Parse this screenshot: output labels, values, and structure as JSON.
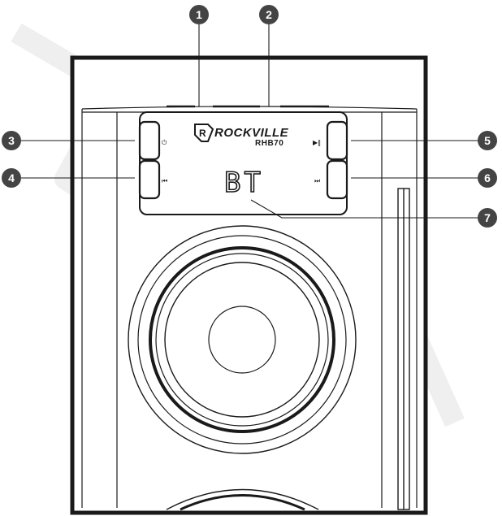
{
  "device": {
    "brand": "ROCKVILLE",
    "model": "RHB70",
    "display_text": "BT"
  },
  "callouts": [
    "1",
    "2",
    "3",
    "4",
    "5",
    "6",
    "7"
  ],
  "buttons": {
    "power": {
      "icon": "power-icon",
      "glyph": "⏻"
    },
    "previous": {
      "icon": "previous-track-icon",
      "glyph": "⏮"
    },
    "play_pause": {
      "icon": "play-pause-icon",
      "glyph": "▶‖"
    },
    "next": {
      "icon": "next-track-icon",
      "glyph": "⏭"
    }
  },
  "colors": {
    "outline": "#1a1a1a",
    "callout_fill": "#444444",
    "watermark": "#f2f2f2"
  }
}
